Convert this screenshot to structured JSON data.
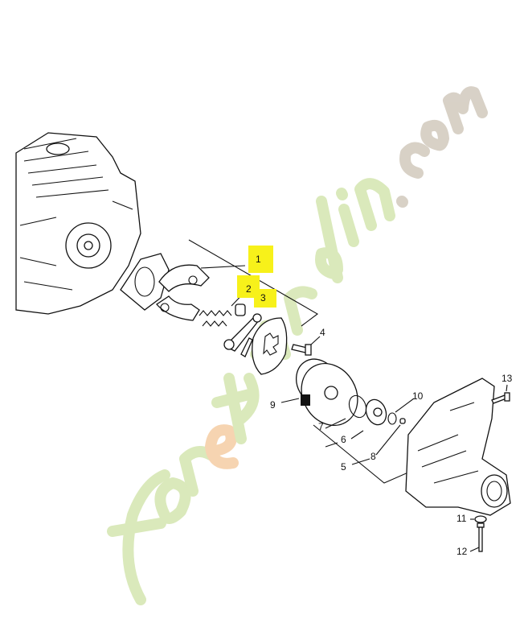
{
  "diagram": {
    "callouts": [
      {
        "id": "1",
        "highlighted": true
      },
      {
        "id": "2",
        "highlighted": true
      },
      {
        "id": "3",
        "highlighted": true
      },
      {
        "id": "4",
        "highlighted": false
      },
      {
        "id": "5",
        "highlighted": false
      },
      {
        "id": "6",
        "highlighted": false
      },
      {
        "id": "7",
        "highlighted": false
      },
      {
        "id": "8",
        "highlighted": false
      },
      {
        "id": "9",
        "highlighted": false
      },
      {
        "id": "10",
        "highlighted": false
      },
      {
        "id": "11",
        "highlighted": false
      },
      {
        "id": "12",
        "highlighted": false
      },
      {
        "id": "13",
        "highlighted": false
      }
    ],
    "highlight_color": "#f7f11a"
  },
  "watermark": {
    "text": "foretjardin.com",
    "colors": {
      "main": "#d9e8b8",
      "accent": "#f6d2ad",
      "domain": "#d6cfc4"
    }
  }
}
